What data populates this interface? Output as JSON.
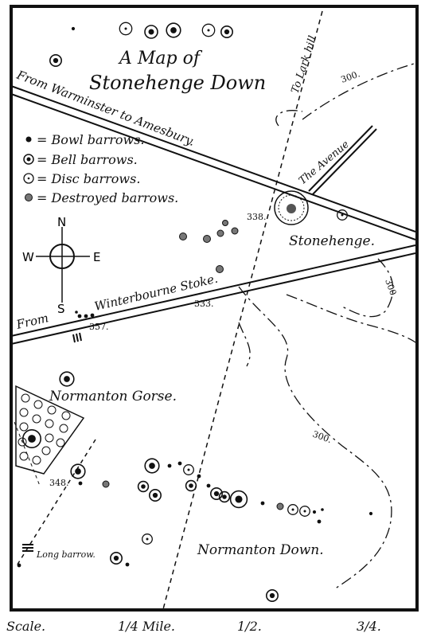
{
  "title_line1": "A Map of",
  "title_line2": "Stonehenge Down",
  "roads": {
    "warminster": "From Warminster to Amesbury.",
    "winterbourne_from": "From",
    "winterbourne": "Winterbourne Stoke.",
    "lark_hill": "To Lark hill",
    "avenue": "The Avenue"
  },
  "legend": [
    {
      "symbol": "bowl",
      "label": "= Bowl barrows."
    },
    {
      "symbol": "bell",
      "label": "= Bell barrows."
    },
    {
      "symbol": "disc",
      "label": "= Disc barrows."
    },
    {
      "symbol": "destroyed",
      "label": "= Destroyed barrows."
    }
  ],
  "compass": {
    "n": "N",
    "s": "S",
    "e": "E",
    "w": "W"
  },
  "places": {
    "stonehenge": "Stonehenge.",
    "normanton_gorse": "Normanton Gorse.",
    "normanton_down": "Normanton Down.",
    "long_barrow": "Long barrow."
  },
  "heights": {
    "h300_top": "300.",
    "h300_right": "300.",
    "h300_mid": "300.",
    "h338": "338.",
    "h333": "333.",
    "h357": "357.",
    "h348": "348."
  },
  "scale": {
    "label": "Scale.",
    "quarter": "1/4 Mile.",
    "half": "1/2.",
    "three_quarter": "3/4."
  }
}
